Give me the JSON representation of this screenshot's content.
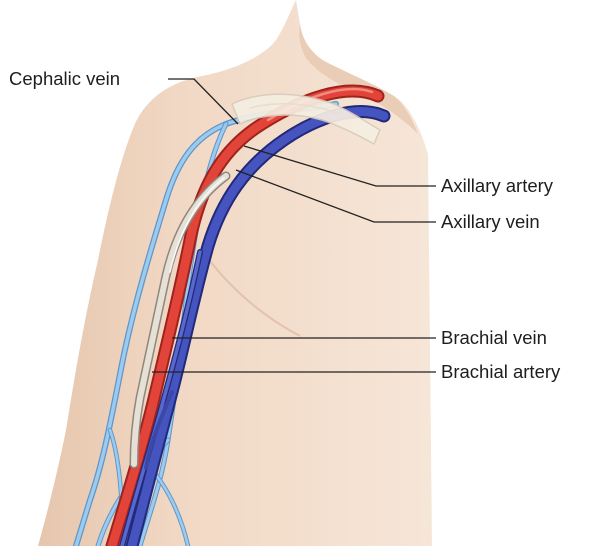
{
  "labels": {
    "cephalic_vein": "Cephalic vein",
    "axillary_artery": "Axillary artery",
    "axillary_vein": "Axillary vein",
    "brachial_vein": "Brachial vein",
    "brachial_artery": "Brachial artery"
  },
  "colors": {
    "skin": "#f2dccb",
    "skin_shadow": "#e4c4ac",
    "artery": "#e2443a",
    "deep_vein": "#3f4fb3",
    "superficial_vein": "#8ec3ea",
    "catheter": "#d9d2c8",
    "tape": "#f4ece0",
    "leader_line": "#222222"
  }
}
